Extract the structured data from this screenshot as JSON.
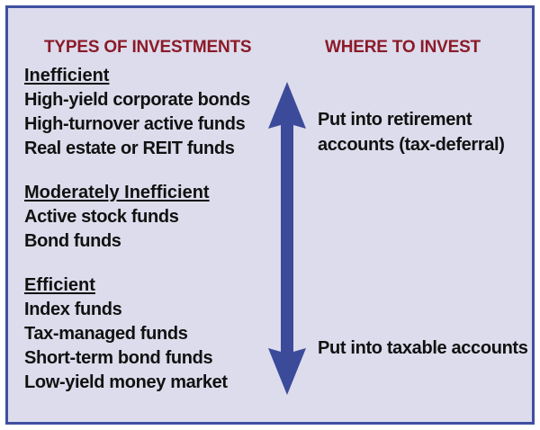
{
  "figure": {
    "accent_border_color": "#3f4fa0",
    "panel_background": "#dcdcec",
    "heading_color": "#8c1a28",
    "arrow_color": "#3c4a9a",
    "body_text_color": "#111111"
  },
  "columns": {
    "left_title": "TYPES OF INVESTMENTS",
    "right_title": "WHERE TO INVEST"
  },
  "investment_groups": [
    {
      "heading": "Inefficient",
      "items": [
        "High-yield corporate bonds",
        "High-turnover active funds",
        "Real estate or REIT funds"
      ]
    },
    {
      "heading": "Moderately Inefficient",
      "items": [
        "Active stock funds",
        "Bond funds"
      ]
    },
    {
      "heading": "Efficient",
      "items": [
        "Index funds",
        "Tax-managed funds",
        "Short-term bond funds",
        "Low-yield money market"
      ]
    }
  ],
  "callouts": {
    "top_line_1": "Put into retirement",
    "top_line_2": "accounts (tax-deferral)",
    "bottom": "Put into taxable accounts"
  },
  "arrow": {
    "name": "double-headed-vertical-arrow",
    "direction": "up-down"
  }
}
